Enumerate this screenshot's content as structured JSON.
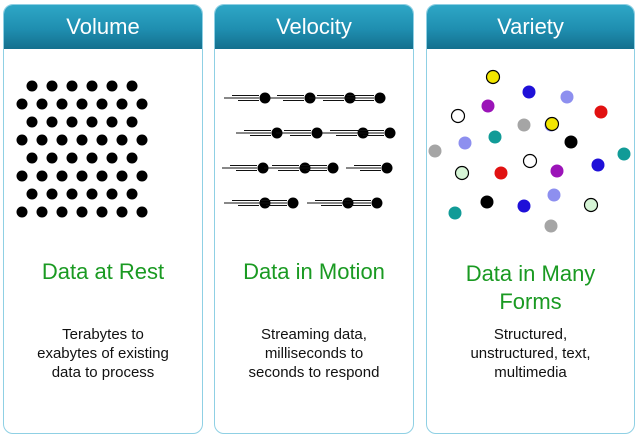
{
  "cards": [
    {
      "title": "Volume",
      "headline": [
        "Data at Rest"
      ],
      "description": [
        "Terabytes to",
        "exabytes of existing",
        "data to process"
      ]
    },
    {
      "title": "Velocity",
      "headline": [
        "Data in Motion"
      ],
      "description": [
        "Streaming data,",
        "milliseconds to",
        "seconds to respond"
      ]
    },
    {
      "title": "Variety",
      "headline": [
        "Data in Many",
        "Forms"
      ],
      "description": [
        "Structured,",
        "unstructured, text,",
        "multimedia"
      ]
    }
  ],
  "colors": {
    "header_top": "#2ea7c6",
    "header_bottom": "#14708e",
    "border": "#8fd0e4",
    "headline": "#1a9a22",
    "dot": "#000000"
  },
  "variety_dot_colors": [
    "#f2e600",
    "#1f10d8",
    "#8d8fef",
    "#a5a5a5",
    "#e11111",
    "#9b14b8",
    "#119b97",
    "#ffffff",
    "#d6f5d6",
    "#000000"
  ]
}
